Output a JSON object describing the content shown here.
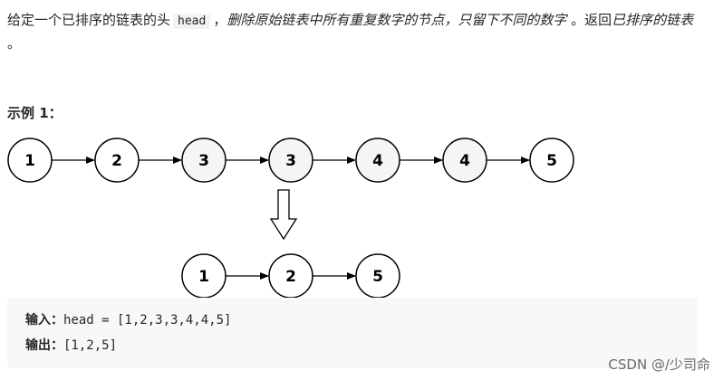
{
  "problem": {
    "desc_part1": "给定一个已排序的链表的头",
    "code_head": "head",
    "desc_part2": "，",
    "desc_italic": "删除原始链表中所有重复数字的节点，只留下不同的数字",
    "desc_part3": "。返回",
    "desc_italic2": "已排序的链表",
    "desc_part4": "。"
  },
  "example": {
    "title": "示例 1：",
    "input_label": "输入：",
    "input_value": "head = [1,2,3,3,4,4,5]",
    "output_label": "输出：",
    "output_value": "[1,2,5]"
  },
  "diagram": {
    "top_nodes": [
      "1",
      "2",
      "3",
      "3",
      "4",
      "4",
      "5"
    ],
    "top_duplicate_flags": [
      false,
      false,
      true,
      true,
      true,
      true,
      false
    ],
    "bottom_nodes": [
      "1",
      "2",
      "5"
    ],
    "colors": {
      "normal_fill": "#ffffff",
      "duplicate_fill": "#f5f5f5",
      "stroke": "#000000"
    }
  },
  "watermark": "CSDN @/少司命"
}
